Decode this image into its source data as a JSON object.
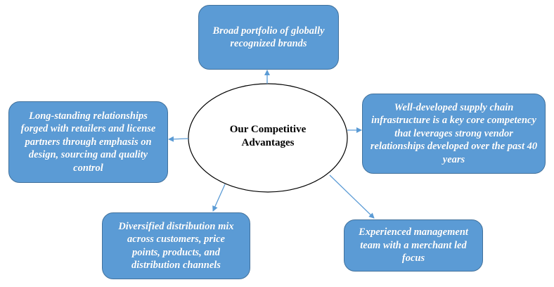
{
  "diagram": {
    "center": {
      "label": "Our Competitive Advantages"
    },
    "nodes": [
      {
        "id": "brands",
        "label": "Broad portfolio of globally recognized brands"
      },
      {
        "id": "supply-chain",
        "label": "Well-developed supply chain infrastructure is a key core competency that leverages strong vendor relationships developed over the past 40 years"
      },
      {
        "id": "management",
        "label": "Experienced management team with a merchant led focus"
      },
      {
        "id": "distribution",
        "label": "Diversified distribution mix across customers, price points, products, and distribution channels"
      },
      {
        "id": "relationships",
        "label": "Long-standing relationships forged with retailers and license partners through emphasis on design, sourcing and quality control"
      }
    ],
    "colors": {
      "box_fill": "#5b9bd5",
      "box_border": "#41719c",
      "arrow": "#5b9bd5",
      "ellipse_stroke": "#000000"
    }
  }
}
